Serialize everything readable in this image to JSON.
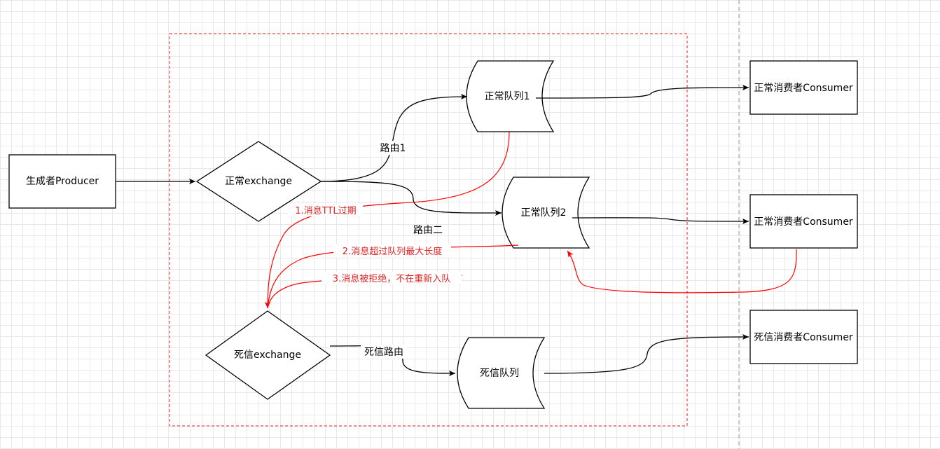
{
  "colors": {
    "edge": "#000000",
    "dead_letter_edge": "#ff0000",
    "dead_letter_label": "#e02020",
    "boundary": "#e02020",
    "separator": "#bbbbbb"
  },
  "nodes": {
    "producer": "生成者Producer",
    "normal_exchange": "正常exchange",
    "normal_queue_1": "正常队列1",
    "normal_queue_2": "正常队列2",
    "dead_exchange": "死信exchange",
    "dead_queue": "死信队列",
    "normal_consumer_1": "正常消费者Consumer",
    "normal_consumer_2": "正常消费者Consumer",
    "dead_consumer": "死信消费者Consumer"
  },
  "edges": {
    "route_1": "路由1",
    "route_2": "路由二",
    "dead_route": "死信路由",
    "reason_ttl": "1.消息TTL过期",
    "reason_length": "2.消息超过队列最大长度",
    "reason_rejected": "3.消息被拒绝，不在重新入队"
  }
}
